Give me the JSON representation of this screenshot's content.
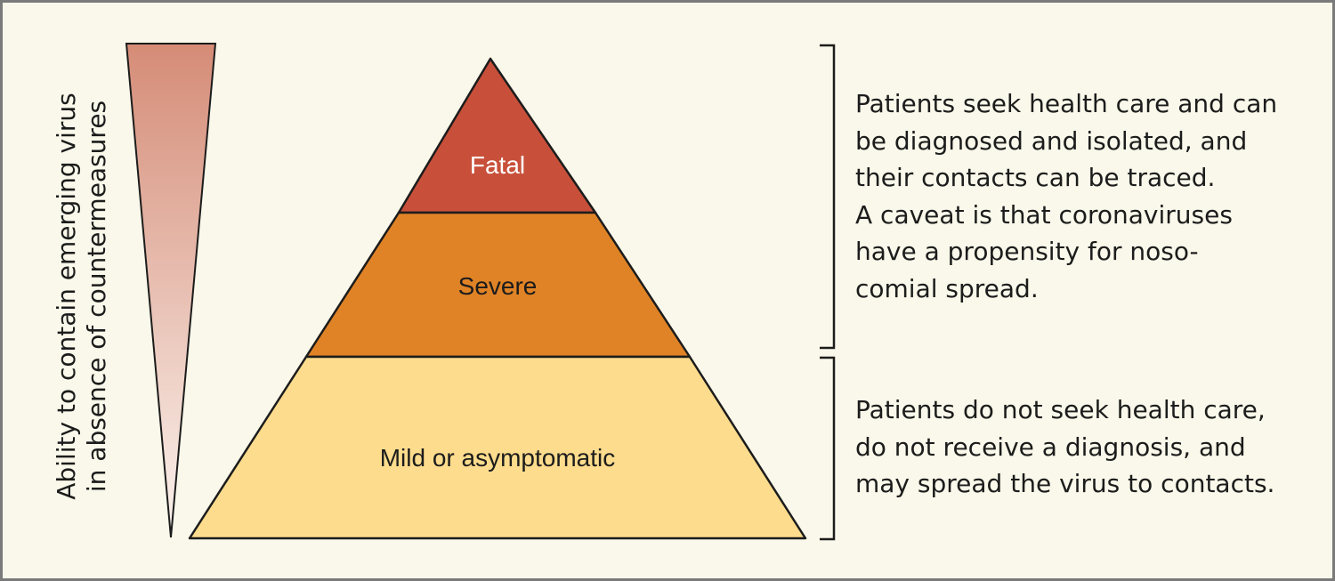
{
  "side_label": "Ability to contain emerging virus\nin absence of countermeasures",
  "pyramid": {
    "tiers": [
      {
        "label": "Fatal",
        "fill": "#c8503a",
        "text_color": "#ffffff"
      },
      {
        "label": "Severe",
        "fill": "#e08326",
        "text_color": "#1c1c1c"
      },
      {
        "label": "Mild or asymptomatic",
        "fill": "#fddc8d",
        "text_color": "#1c1c1c"
      }
    ]
  },
  "gradient_wedge": {
    "top_color": "#d58c77",
    "bottom_color": "#fbf3ee"
  },
  "descriptions": {
    "upper": "Patients seek health care and can\nbe diagnosed and isolated, and\ntheir contacts can be traced.\nA caveat is that coronaviruses\nhave a propensity for noso-\ncomial spread.",
    "lower": "Patients do not seek health care,\ndo not receive a diagnosis, and\nmay spread the virus to contacts."
  },
  "colors": {
    "background": "#f9f8ea",
    "frame": "#7a7a7a",
    "stroke": "#1c1c1c"
  }
}
